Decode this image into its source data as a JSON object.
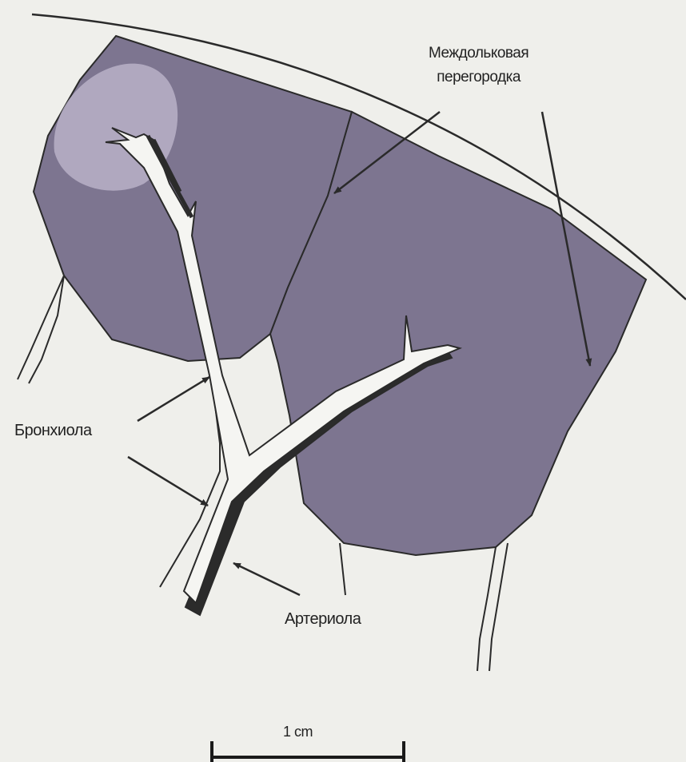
{
  "labels": {
    "septum_line1": "Междольковая",
    "septum_line2": "перегородка",
    "bronchiole": "Бронхиола",
    "arteriole": "Артериола",
    "scale": "1 cm"
  },
  "colors": {
    "background": "#efefeb",
    "lobule_fill": "#7d7590",
    "highlight_fill": "#b9b2c8",
    "airway_fill": "#f5f5f2",
    "artery_fill": "#2b2b2b",
    "stroke": "#2a2a2a"
  }
}
